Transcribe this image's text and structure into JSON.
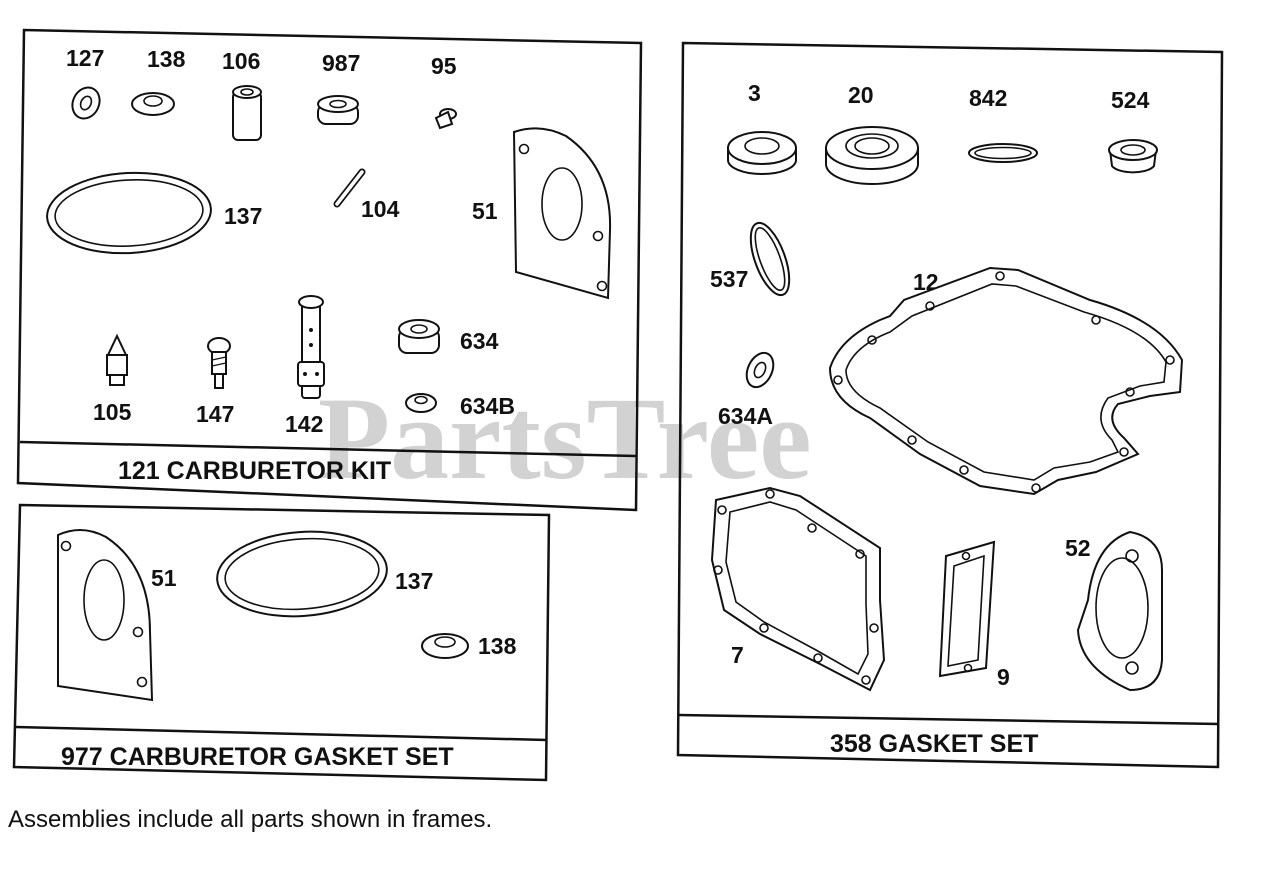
{
  "watermark": {
    "text": "PartsTree",
    "tm": "TM"
  },
  "frames": {
    "carburetor_kit": {
      "caption": "121 CARBURETOR KIT",
      "labels": {
        "p127": "127",
        "p138": "138",
        "p106": "106",
        "p987": "987",
        "p95": "95",
        "p137": "137",
        "p104": "104",
        "p51": "51",
        "p634": "634",
        "p634b": "634B",
        "p105": "105",
        "p147": "147",
        "p142": "142"
      }
    },
    "carburetor_gasket_set": {
      "caption": "977 CARBURETOR GASKET SET",
      "labels": {
        "p51": "51",
        "p137": "137",
        "p138": "138"
      }
    },
    "gasket_set": {
      "caption": "358 GASKET SET",
      "labels": {
        "p3": "3",
        "p20": "20",
        "p842": "842",
        "p524": "524",
        "p537": "537",
        "p12": "12",
        "p634a": "634A",
        "p7": "7",
        "p9": "9",
        "p52": "52"
      }
    }
  },
  "footnote": "Assemblies include all parts shown in frames."
}
